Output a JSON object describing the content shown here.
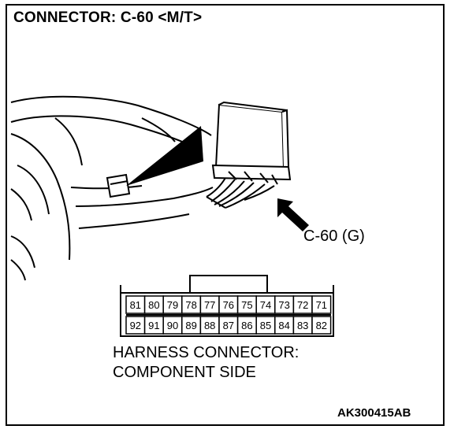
{
  "title": "CONNECTOR: C-60 <M/T>",
  "callout": "C-60 (G)",
  "harness_caption_line1": "HARNESS CONNECTOR:",
  "harness_caption_line2": "COMPONENT SIDE",
  "figure_code": "AK300415AB",
  "connector": {
    "top_row": [
      "81",
      "80",
      "79",
      "78",
      "77",
      "76",
      "75",
      "74",
      "73",
      "72",
      "71"
    ],
    "bottom_row": [
      "92",
      "91",
      "90",
      "89",
      "88",
      "87",
      "86",
      "85",
      "84",
      "83",
      "82"
    ]
  },
  "colors": {
    "ink": "#000000",
    "background": "#ffffff"
  }
}
